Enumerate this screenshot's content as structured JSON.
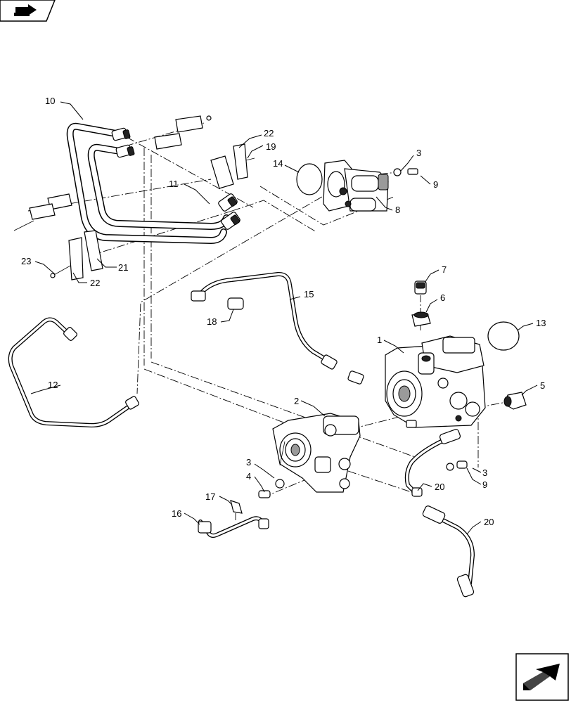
{
  "callouts": [
    {
      "id": "c10",
      "label": "10"
    },
    {
      "id": "c22a",
      "label": "22"
    },
    {
      "id": "c19",
      "label": "19"
    },
    {
      "id": "c14",
      "label": "14"
    },
    {
      "id": "c3a",
      "label": "3"
    },
    {
      "id": "c9a",
      "label": "9"
    },
    {
      "id": "c11",
      "label": "11"
    },
    {
      "id": "c8",
      "label": "8"
    },
    {
      "id": "c23",
      "label": "23"
    },
    {
      "id": "c21",
      "label": "21"
    },
    {
      "id": "c22b",
      "label": "22"
    },
    {
      "id": "c7",
      "label": "7"
    },
    {
      "id": "c15",
      "label": "15"
    },
    {
      "id": "c6",
      "label": "6"
    },
    {
      "id": "c13",
      "label": "13"
    },
    {
      "id": "c18",
      "label": "18"
    },
    {
      "id": "c1",
      "label": "1"
    },
    {
      "id": "c12",
      "label": "12"
    },
    {
      "id": "c5",
      "label": "5"
    },
    {
      "id": "c2",
      "label": "2"
    },
    {
      "id": "c3b",
      "label": "3"
    },
    {
      "id": "c4",
      "label": "4"
    },
    {
      "id": "c3c",
      "label": "3"
    },
    {
      "id": "c9b",
      "label": "9"
    },
    {
      "id": "c20a",
      "label": "20"
    },
    {
      "id": "c17",
      "label": "17"
    },
    {
      "id": "c16",
      "label": "16"
    },
    {
      "id": "c20b",
      "label": "20"
    }
  ],
  "icons": {
    "top_left": "book-arrow-icon",
    "bottom_right": "next-page-arrow-icon"
  }
}
